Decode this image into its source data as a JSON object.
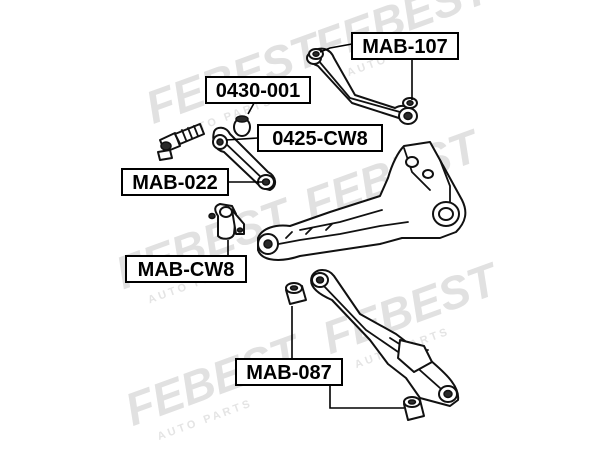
{
  "watermark": {
    "brand": "FEBEST",
    "sub": "AUTO PARTS"
  },
  "labels": {
    "mab_107": "MAB-107",
    "p0430_001": "0430-001",
    "p0425_cw8": "0425-CW8",
    "mab_022": "MAB-022",
    "mab_cw8": "MAB-CW8",
    "mab_087": "MAB-087"
  }
}
